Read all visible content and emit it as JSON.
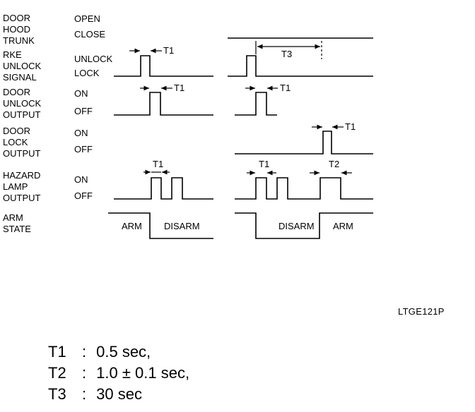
{
  "signals": [
    {
      "lines": [
        "DOOR",
        "HOOD",
        "TRUNK"
      ],
      "states": [
        "OPEN",
        "CLOSE"
      ]
    },
    {
      "lines": [
        "RKE",
        "UNLOCK",
        "SIGNAL"
      ],
      "states": [
        "UNLOCK",
        "LOCK"
      ]
    },
    {
      "lines": [
        "DOOR",
        "UNLOCK",
        "OUTPUT"
      ],
      "states": [
        "ON",
        "OFF"
      ]
    },
    {
      "lines": [
        "DOOR",
        "LOCK",
        "OUTPUT"
      ],
      "states": [
        "ON",
        "OFF"
      ]
    },
    {
      "lines": [
        "HAZARD",
        "LAMP",
        "OUTPUT"
      ],
      "states": [
        "ON",
        "OFF"
      ]
    },
    {
      "lines": [
        "ARM",
        "STATE"
      ],
      "states": []
    }
  ],
  "arm_state_labels": [
    "ARM",
    "DISARM",
    "DISARM",
    "ARM"
  ],
  "timing_labels": {
    "t1": "T1",
    "t2": "T2",
    "t3": "T3"
  },
  "figure_code": "LTGE121P",
  "definitions": [
    {
      "key": "T1",
      "sep": ":",
      "value": "0.5 sec,"
    },
    {
      "key": "T2",
      "sep": ":",
      "value": "1.0 ± 0.1 sec,"
    },
    {
      "key": "T3",
      "sep": ":",
      "value": "30 sec"
    }
  ]
}
